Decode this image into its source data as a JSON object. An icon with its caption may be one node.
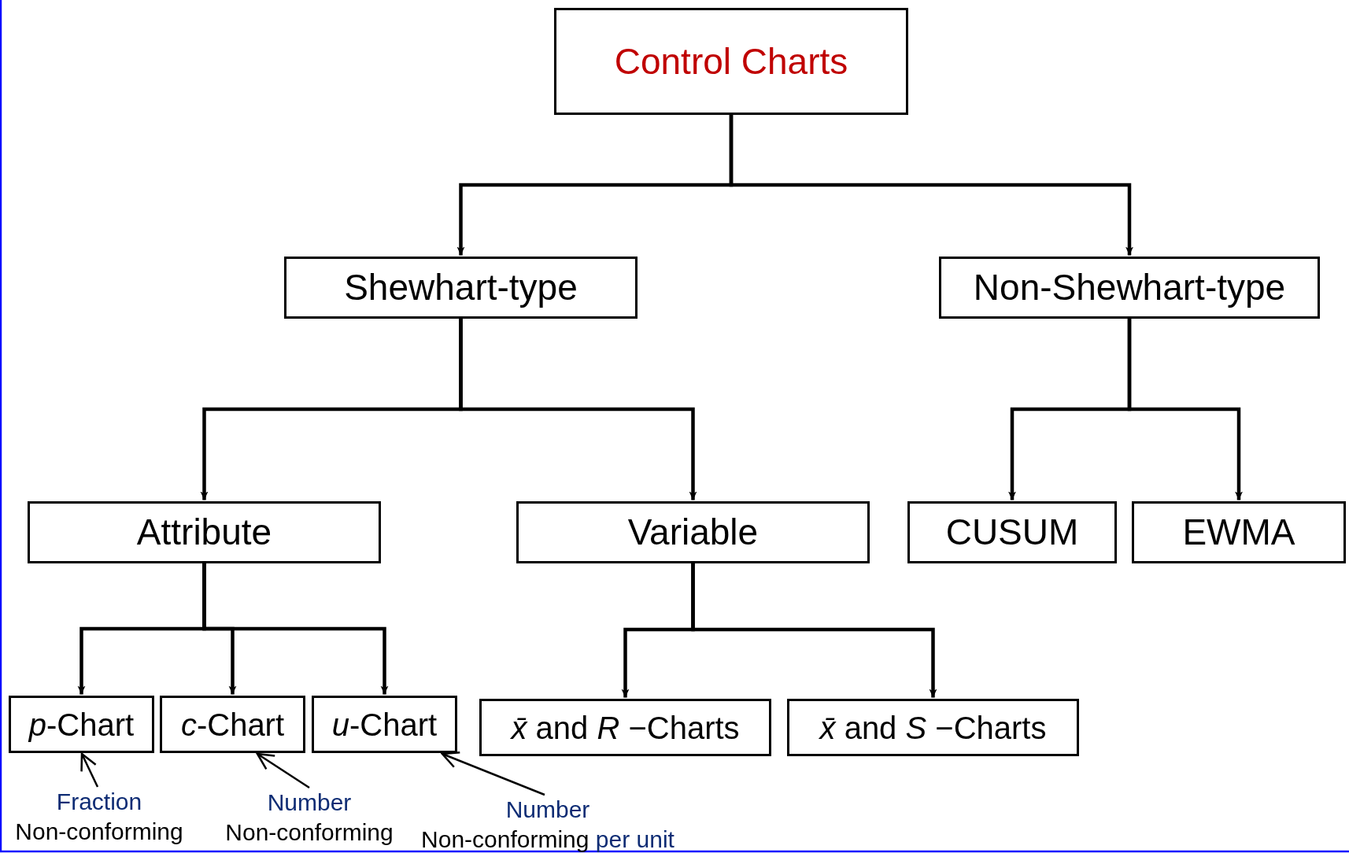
{
  "diagram": {
    "nodes": [
      {
        "text": [
          "Control Charts"
        ]
      },
      {
        "text": [
          "Shewhart-type"
        ]
      },
      {
        "text": [
          "Non-Shewhart-type"
        ]
      },
      {
        "text": [
          "Attribute"
        ]
      },
      {
        "text": [
          "Variable"
        ]
      },
      {
        "text": [
          "CUSUM"
        ]
      },
      {
        "text": [
          "EWMA"
        ]
      },
      {
        "text": [
          "*p*-Chart"
        ]
      },
      {
        "text": [
          "*c*-Chart"
        ]
      },
      {
        "text": [
          "*u*-Chart"
        ]
      },
      {
        "text": [
          "*x̄* and *R* −Charts"
        ]
      },
      {
        "text": [
          "*x̄* and *S* −Charts"
        ]
      },
      {
        "text": [
          "Fraction",
          "Non-conforming"
        ]
      },
      {
        "text": [
          "Number",
          "Non-conforming"
        ]
      },
      {
        "text": [
          "Number",
          "Non-conforming",
          "per unit"
        ]
      }
    ],
    "edges": [
      {
        "from": 0,
        "to": 1,
        "arrow": "to"
      },
      {
        "from": 0,
        "to": 2,
        "arrow": "to"
      },
      {
        "from": 1,
        "to": 3,
        "arrow": "to"
      },
      {
        "from": 1,
        "to": 4,
        "arrow": "to"
      },
      {
        "from": 2,
        "to": 5,
        "arrow": "to"
      },
      {
        "from": 2,
        "to": 6,
        "arrow": "to"
      },
      {
        "from": 3,
        "to": 7,
        "arrow": "to"
      },
      {
        "from": 3,
        "to": 8,
        "arrow": "to"
      },
      {
        "from": 3,
        "to": 9,
        "arrow": "to"
      },
      {
        "from": 4,
        "to": 10,
        "arrow": "to"
      },
      {
        "from": 4,
        "to": 11,
        "arrow": "to"
      },
      {
        "from": 12,
        "to": 7,
        "arrow": "to"
      },
      {
        "from": 13,
        "to": 8,
        "arrow": "to"
      },
      {
        "from": 14,
        "to": 9,
        "arrow": "to"
      }
    ]
  }
}
